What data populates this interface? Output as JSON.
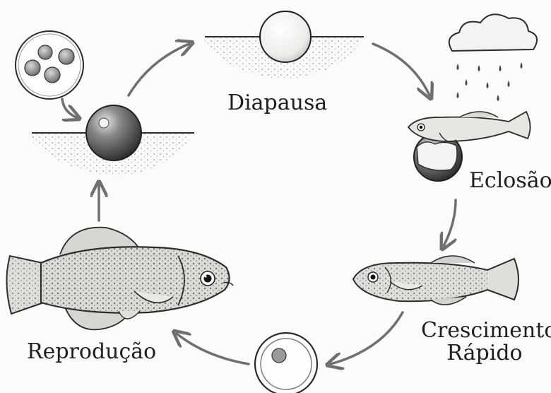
{
  "diagram": {
    "stages": [
      {
        "id": "diapausa",
        "label": "Diapausa"
      },
      {
        "id": "eclosao",
        "label": "Eclosão"
      },
      {
        "id": "crescimento",
        "label_line1": "Crescimento",
        "label_line2": "Rápido"
      },
      {
        "id": "reproducao",
        "label": "Reprodução"
      }
    ]
  },
  "colors": {
    "ink": "#1f1f1f",
    "line": "#2b2b2b",
    "arrow": "#6f6f6f",
    "paper": "#fbfbf9",
    "fish_fill": "#d9d9d6",
    "fish_spots": "#4a4a4a",
    "cloud": "#f3f3f1"
  },
  "icons": [
    "eggs-cluster-icon",
    "buried-egg-icon",
    "rain-cloud-icon",
    "hatching-fish-icon",
    "juvenile-fish-icon",
    "adult-fish-icon",
    "developing-egg-icon"
  ]
}
